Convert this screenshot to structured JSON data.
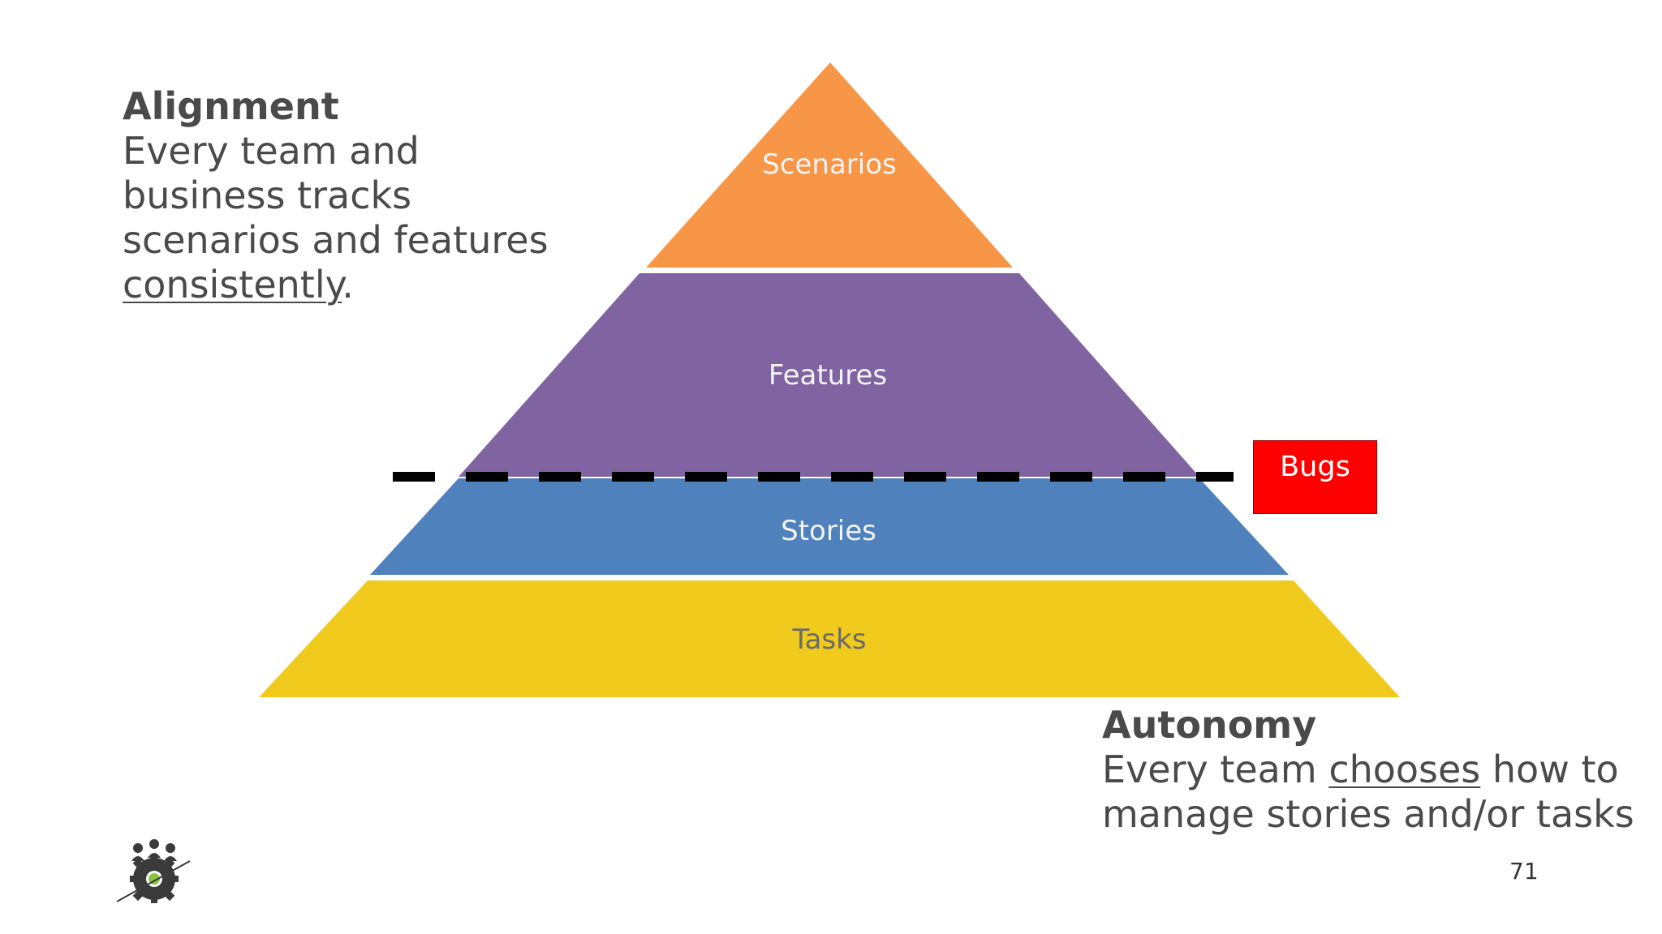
{
  "alignment": {
    "heading": "Alignment",
    "line1": "Every team and",
    "line2": "business tracks",
    "line3": "scenarios and features",
    "underlined_word": "consistently",
    "trailing": "."
  },
  "pyramid": {
    "layers": [
      {
        "label": "Scenarios",
        "color": "#f79646"
      },
      {
        "label": "Features",
        "color": "#8064a2"
      },
      {
        "label": "Stories",
        "color": "#4f81bd"
      },
      {
        "label": "Tasks",
        "color": "#f0cb1e"
      }
    ]
  },
  "bugs": {
    "label": "Bugs",
    "color": "#ff0000"
  },
  "autonomy": {
    "heading": "Autonomy",
    "line1_prefix": "Every team ",
    "underlined_word": "chooses",
    "line1_suffix": " how to",
    "line2": "manage stories and/or tasks"
  },
  "page_number": "71",
  "logo": {
    "icon": "gear-people-logo-icon"
  }
}
